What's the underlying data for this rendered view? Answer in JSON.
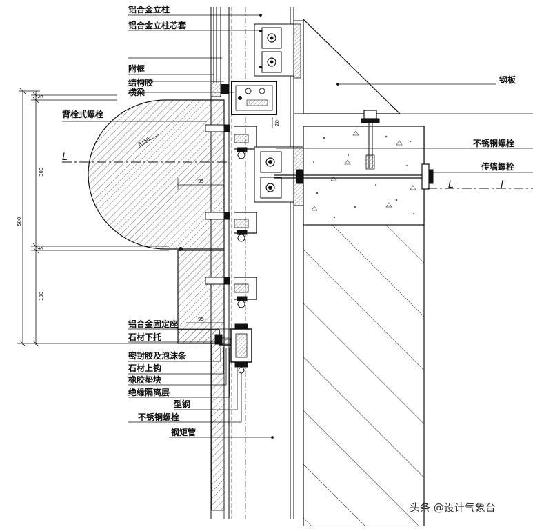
{
  "labels": {
    "mullion": "铝合金立柱",
    "mullion_sleeve": "铝合金立柱芯套",
    "sub_frame": "附框",
    "structural_sealant": "结构胶",
    "transom": "横梁",
    "back_bolt": "背栓式螺栓",
    "steel_plate": "钢板",
    "stainless_bolt_right": "不锈钢螺栓",
    "through_wall_bolt": "传墙螺栓",
    "alu_fixing_seat": "铝合金固定座",
    "stone_support": "石材下托",
    "sealant_foam": "密封胶及泡沫条",
    "stone_hook": "石材上钩",
    "rubber_pad": "橡胶垫块",
    "insulation_layer": "绝缘隔离层",
    "profile_steel": "型钢",
    "stainless_bolt_left": "不锈钢螺栓",
    "steel_tube": "钢矩管"
  },
  "section_marks": {
    "left": "L",
    "right_a": "L",
    "right_b": "l"
  },
  "dimensions": {
    "top": "5",
    "upper": "300",
    "total": "500",
    "middle": "5",
    "lower": "190",
    "radius": "R150",
    "offset_a": "95",
    "offset_b": "95",
    "gap": "20"
  },
  "watermark": "头条 @设计气象台",
  "colors": {
    "line": "#111111",
    "hatch": "#333333",
    "concrete_dots": "#555555"
  }
}
